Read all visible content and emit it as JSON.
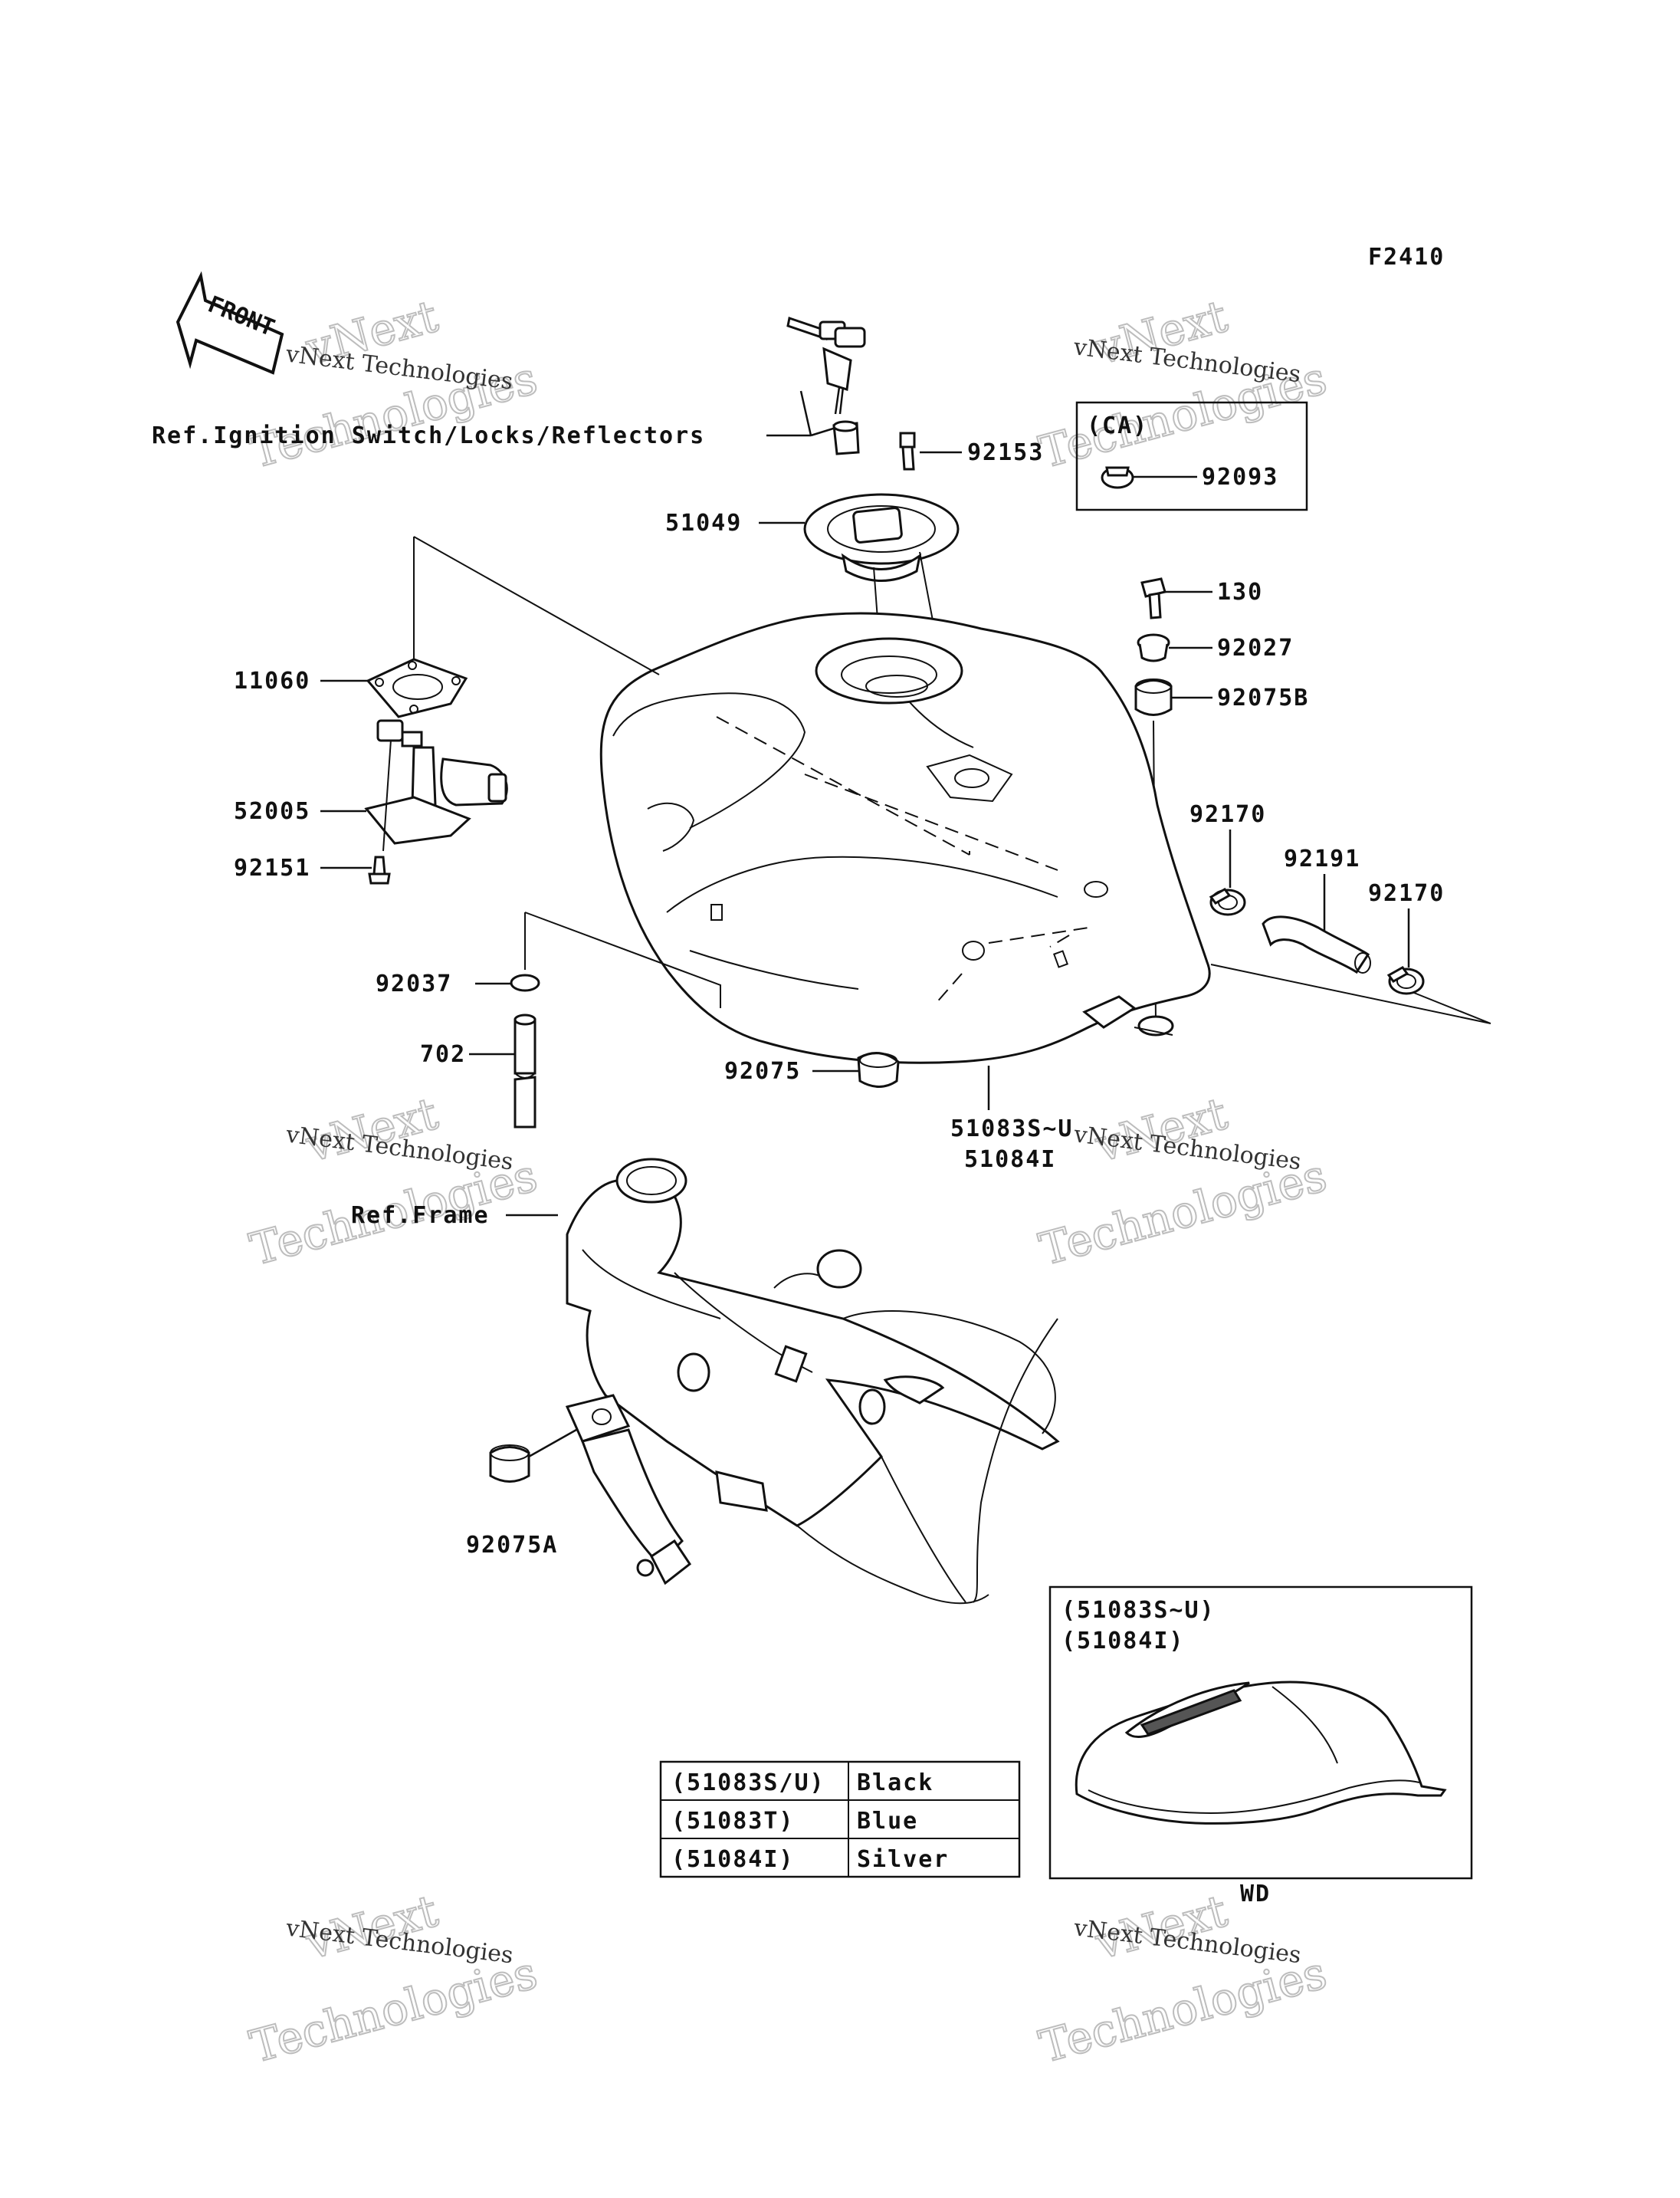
{
  "figure_code": "F2410",
  "front_label": "FRONT",
  "watermark": {
    "line1": "vNext Technologies",
    "line2": "vNext",
    "line3": "Technologies"
  },
  "refs": {
    "ignition": "Ref.Ignition Switch/Locks/Reflectors",
    "frame": "Ref.Frame"
  },
  "parts": {
    "p92153": "92153",
    "p92093": "92093",
    "p51049": "51049",
    "p130": "130",
    "p92027": "92027",
    "p92075B": "92075B",
    "p11060": "11060",
    "p52005": "52005",
    "p92151": "92151",
    "p92170a": "92170",
    "p92191": "92191",
    "p92170b": "92170",
    "p92037": "92037",
    "p702": "702",
    "p92075": "92075",
    "p51083": "51083S~U",
    "p51084": "51084I",
    "p92075A": "92075A"
  },
  "ca_box": {
    "label": "(CA)"
  },
  "inset": {
    "line1": "(51083S~U)",
    "line2": "(51084I)",
    "tag": "WD"
  },
  "color_table": {
    "rows": [
      {
        "part": "(51083S/U)",
        "color": "Black"
      },
      {
        "part": "(51083T)",
        "color": "Blue"
      },
      {
        "part": "(51084I)",
        "color": "Silver"
      }
    ]
  }
}
